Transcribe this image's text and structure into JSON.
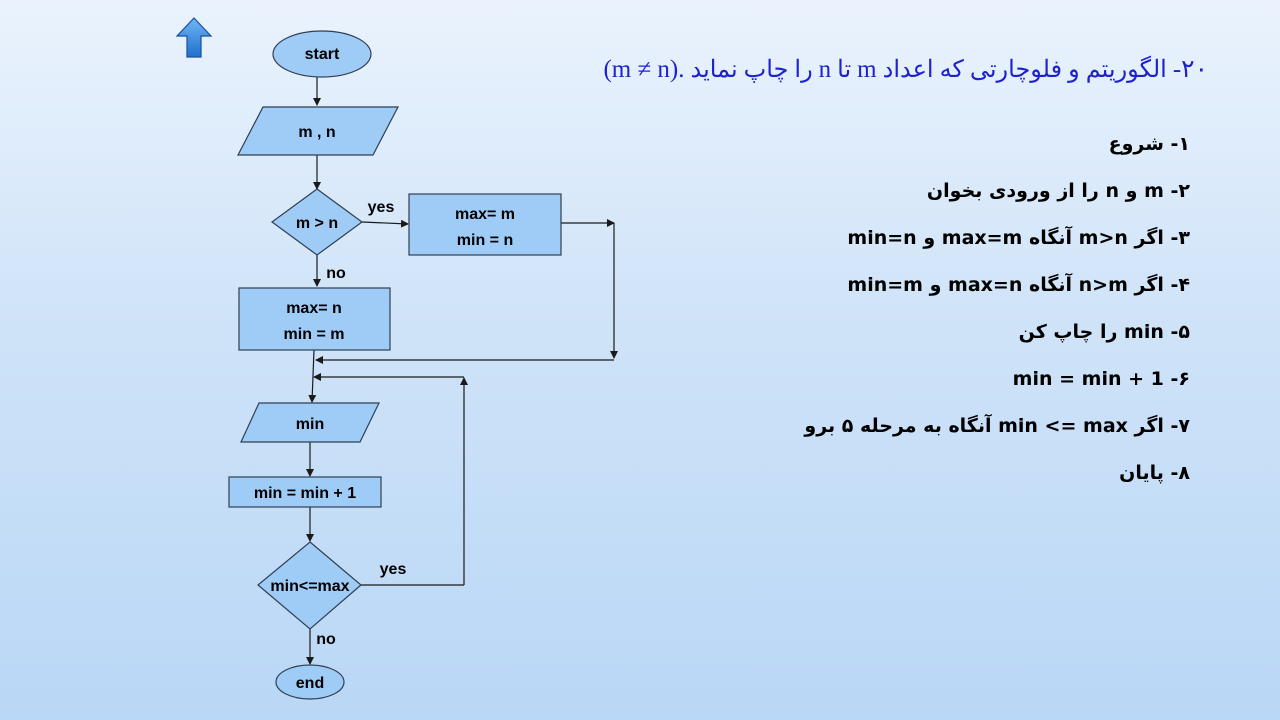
{
  "title": {
    "number": "۲۰-",
    "p1": "الگوریتم و فلوچارتی که اعداد",
    "var_m": "m",
    "p2": "تا",
    "var_n": "n",
    "p3": "را چاپ نماید",
    "condition": "(m ≠ n)."
  },
  "steps": [
    "۱- شروع",
    "۲- m و n را از ورودی بخوان",
    "۳- اگر m>n آنگاه max=m و min=n",
    "۴- اگر n>m آنگاه max=n و min=m",
    "۵- min را چاپ کن",
    "۶- min = min + 1",
    "۷- اگر min <= max آنگاه به مرحله ۵ برو",
    "۸- پایان"
  ],
  "flowchart": {
    "start": "start",
    "input": "m , n",
    "decision1": "m > n",
    "yes1": "yes",
    "no1": "no",
    "assign_yes": [
      "max= m",
      "min = n"
    ],
    "assign_no": [
      "max= n",
      "min = m"
    ],
    "output": "min",
    "increment": "min = min + 1",
    "decision2": "min<=max",
    "yes2": "yes",
    "no2": "no",
    "end": "end"
  },
  "colors": {
    "shape_fill": "#9fcbf7",
    "title_text": "#1f22cc",
    "up_arrow": "#2f86e0"
  },
  "icons": {
    "nav": "up-arrow-icon"
  }
}
